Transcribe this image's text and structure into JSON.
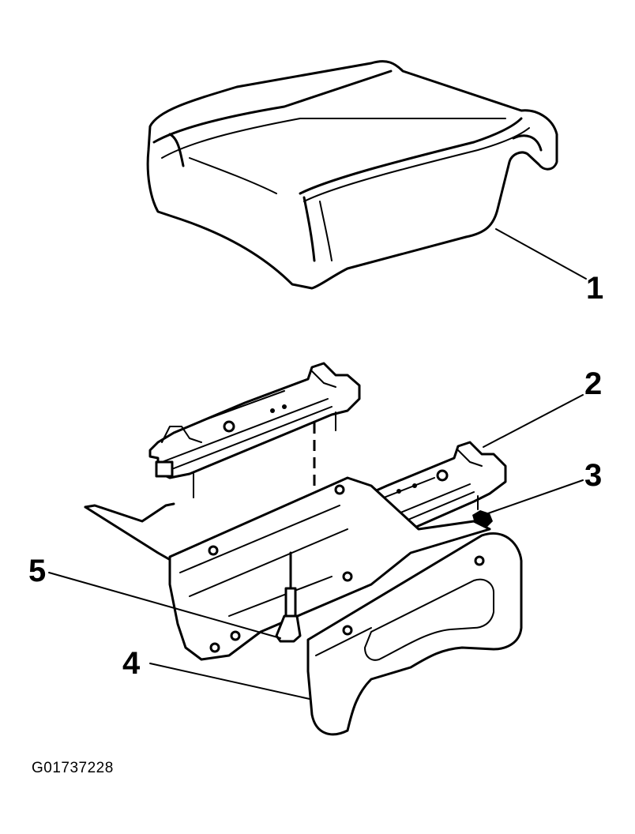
{
  "callouts": {
    "c1": "1",
    "c2": "2",
    "c3": "3",
    "c4": "4",
    "c5": "5"
  },
  "figure_id": "G01737228"
}
